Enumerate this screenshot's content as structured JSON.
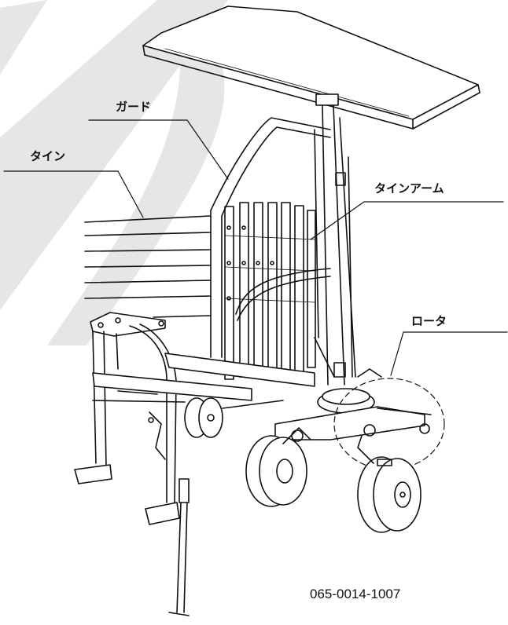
{
  "labels": {
    "guard": "ガード",
    "tine": "タイン",
    "tine_arm": "タインアーム",
    "rotor": "ロータ"
  },
  "part_number": "065-0014-1007",
  "colors": {
    "line": "#111111",
    "watermark": "#e6e6e6",
    "background": "#ffffff"
  }
}
